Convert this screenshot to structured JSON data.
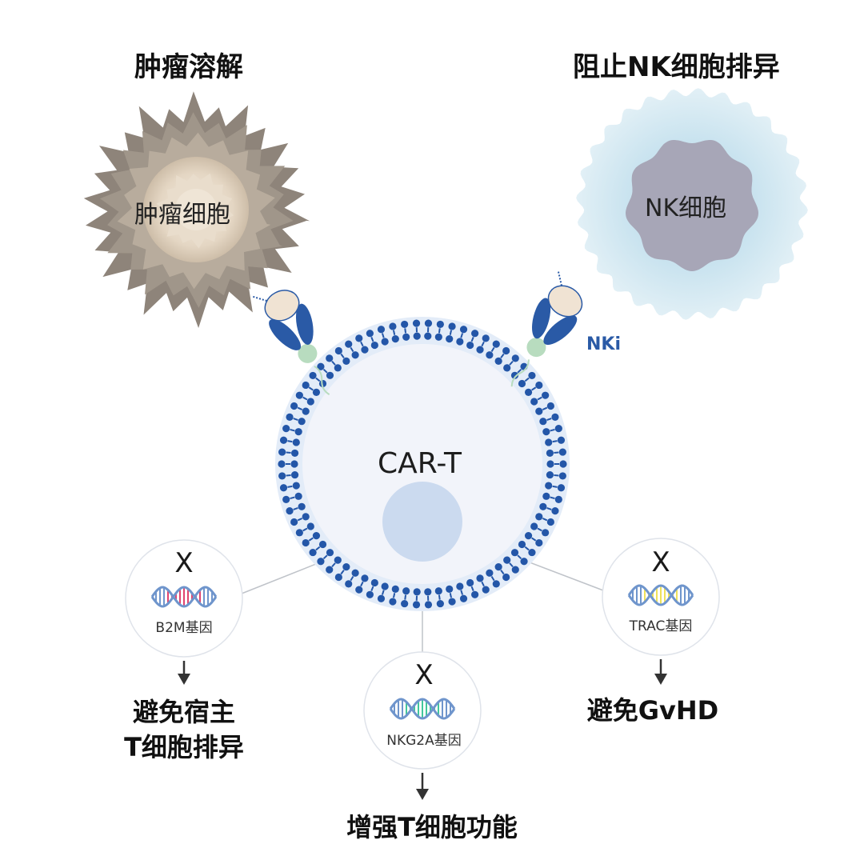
{
  "headings": {
    "tumor_lysis": "肿瘤溶解",
    "block_nk_rejection": "阻止NK细胞排异"
  },
  "cells": {
    "tumor_cell": "肿瘤细胞",
    "nk_cell": "NK细胞",
    "car_t": "CAR-T",
    "nki_label": "NKi"
  },
  "genes": {
    "b2m": {
      "label": "B2M基因",
      "knockout_mark": "X"
    },
    "nkg2a": {
      "label": "NKG2A基因",
      "knockout_mark": "X"
    },
    "trac": {
      "label": "TRAC基因",
      "knockout_mark": "X"
    }
  },
  "outcomes": {
    "b2m_line1": "避免宿主",
    "b2m_line2": "T细胞排异",
    "nkg2a": "增强T细胞功能",
    "trac": "避免GvHD"
  },
  "colors": {
    "membrane_lipid": "#2356a8",
    "membrane_band": "#e3ecf8",
    "cell_body": "#f2f4fa",
    "nucleus": "#cbdaef",
    "nk_halo": "#d3e8f2",
    "nk_core": "#a7a6b7",
    "tumor_dark": "#8f857b",
    "tumor_light": "#ece1d2",
    "antibody": "#2a5aa6",
    "scfv_green": "#b8dcbf",
    "dna_b2m": "#e0446f",
    "dna_nkg2a": "#42c79b",
    "dna_trac": "#eee25a",
    "dna_backbone": "#6f95cc"
  }
}
